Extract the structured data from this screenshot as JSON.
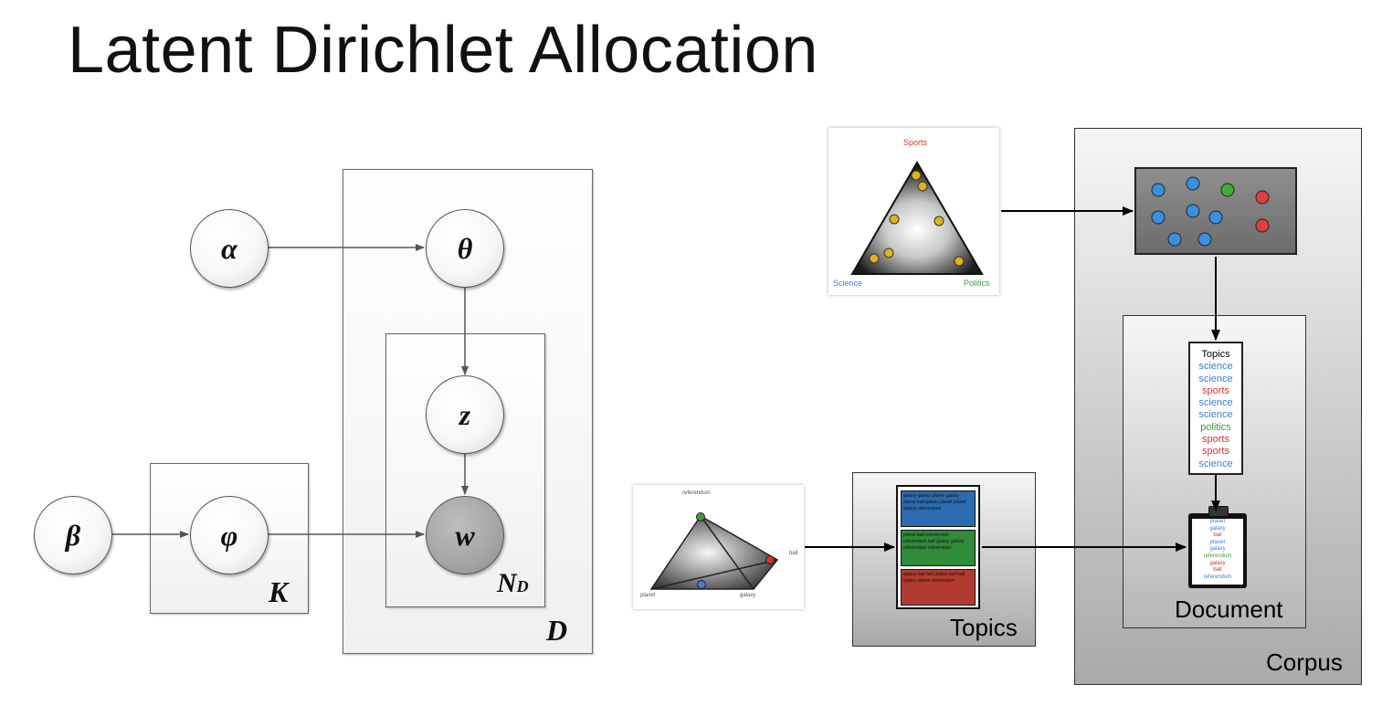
{
  "title": "Latent Dirichlet Allocation",
  "plate_notation": {
    "nodes": {
      "alpha": "α",
      "theta": "θ",
      "z": "z",
      "w": "w",
      "beta": "β",
      "phi": "φ"
    },
    "plates": {
      "K": "K",
      "N_main": "N",
      "N_sub": "D",
      "D": "D"
    }
  },
  "simplex": {
    "labels": {
      "top": "Sports",
      "left": "Science",
      "right": "Politics"
    },
    "colors": {
      "Sports": "#d0342c",
      "Science": "#3b7fd0",
      "Politics": "#3f9b35"
    }
  },
  "word_simplex": {
    "labels": {
      "top": "referendum",
      "right": "ball",
      "bottom": "galaxy",
      "left": "planet"
    }
  },
  "panels": {
    "topics": "Topics",
    "document": "Document",
    "corpus": "Corpus"
  },
  "topic_list": {
    "header": "Topics",
    "items": [
      {
        "text": "science",
        "color": "#3b7fd0"
      },
      {
        "text": "science",
        "color": "#3b7fd0"
      },
      {
        "text": "sports",
        "color": "#d0342c"
      },
      {
        "text": "science",
        "color": "#3b7fd0"
      },
      {
        "text": "science",
        "color": "#3b7fd0"
      },
      {
        "text": "politics",
        "color": "#3f9b35"
      },
      {
        "text": "sports",
        "color": "#d0342c"
      },
      {
        "text": "sports",
        "color": "#d0342c"
      },
      {
        "text": "science",
        "color": "#3b7fd0"
      }
    ]
  },
  "clipboard_words": [
    {
      "text": "planet",
      "color": "#3b7fd0"
    },
    {
      "text": "galaxy",
      "color": "#3b7fd0"
    },
    {
      "text": "ball",
      "color": "#d0342c"
    },
    {
      "text": "planet",
      "color": "#3b7fd0"
    },
    {
      "text": "galaxy",
      "color": "#3b7fd0"
    },
    {
      "text": "referendum",
      "color": "#3f9b35"
    },
    {
      "text": "galaxy",
      "color": "#d0342c"
    },
    {
      "text": "ball",
      "color": "#d0342c"
    },
    {
      "text": "referendum",
      "color": "#3b7fd0"
    }
  ],
  "topic_boxes": [
    {
      "color": "#2b6bb0",
      "words": "galaxy galaxy planet galaxy planet ball galaxy planet planet galaxy referendum"
    },
    {
      "color": "#2f8a3a",
      "words": "planet ball referendum referendum ball galaxy galaxy referendum referendum"
    },
    {
      "color": "#b33a30",
      "words": "galaxy ball ball galaxy ball ball galaxy planet referendum"
    }
  ],
  "colors": {
    "blue": "#3b7fd0",
    "red": "#d0342c",
    "green": "#3f9b35",
    "yellow": "#e0b21c"
  }
}
